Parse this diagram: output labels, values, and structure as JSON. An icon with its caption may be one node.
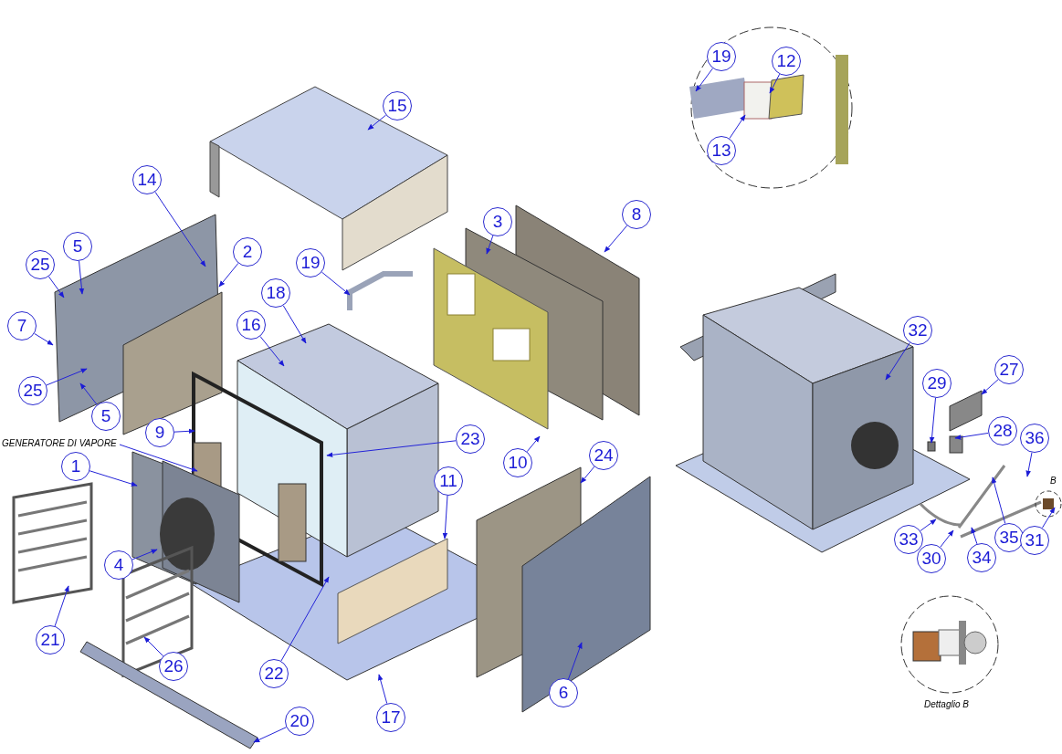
{
  "diagram": {
    "nodes": [
      {
        "text": [
          "19"
        ]
      },
      {
        "text": [
          "12"
        ]
      },
      {
        "text": [
          "13"
        ]
      },
      {
        "text": [
          "15"
        ]
      },
      {
        "text": [
          "14"
        ]
      },
      {
        "text": [
          "8"
        ]
      },
      {
        "text": [
          "3"
        ]
      },
      {
        "text": [
          "5"
        ]
      },
      {
        "text": [
          "2"
        ]
      },
      {
        "text": [
          "25"
        ]
      },
      {
        "text": [
          "19"
        ]
      },
      {
        "text": [
          "18"
        ]
      },
      {
        "text": [
          "16"
        ]
      },
      {
        "text": [
          "7"
        ]
      },
      {
        "text": [
          "32"
        ]
      },
      {
        "text": [
          "25"
        ]
      },
      {
        "text": [
          "29"
        ]
      },
      {
        "text": [
          "27"
        ]
      },
      {
        "text": [
          "5"
        ]
      },
      {
        "text": [
          "9"
        ]
      },
      {
        "text": [
          "28"
        ]
      },
      {
        "text": [
          "36"
        ]
      },
      {
        "text": [
          "23"
        ]
      },
      {
        "text": [
          "GENERATORE DI VAPORE"
        ]
      },
      {
        "text": [
          "10"
        ]
      },
      {
        "text": [
          "1"
        ]
      },
      {
        "text": [
          "24"
        ]
      },
      {
        "text": [
          "11"
        ]
      },
      {
        "text": [
          "33"
        ]
      },
      {
        "text": [
          "35"
        ]
      },
      {
        "text": [
          "31"
        ]
      },
      {
        "text": [
          "4"
        ]
      },
      {
        "text": [
          "30"
        ]
      },
      {
        "text": [
          "34"
        ]
      },
      {
        "text": [
          "21"
        ]
      },
      {
        "text": [
          "26"
        ]
      },
      {
        "text": [
          "22"
        ]
      },
      {
        "text": [
          "6"
        ]
      },
      {
        "text": [
          "17"
        ]
      },
      {
        "text": [
          "20"
        ]
      }
    ],
    "edges": [
      {
        "from": 0,
        "to": null,
        "arrow": "to"
      },
      {
        "from": 1,
        "to": null,
        "arrow": "to"
      },
      {
        "from": 2,
        "to": null,
        "arrow": "to"
      },
      {
        "from": 3,
        "to": null,
        "arrow": "to"
      },
      {
        "from": 4,
        "to": null,
        "arrow": "to"
      },
      {
        "from": 5,
        "to": null,
        "arrow": "to"
      },
      {
        "from": 6,
        "to": null,
        "arrow": "to"
      },
      {
        "from": 7,
        "to": null,
        "arrow": "to"
      },
      {
        "from": 8,
        "to": null,
        "arrow": "to"
      },
      {
        "from": 9,
        "to": null,
        "arrow": "to"
      },
      {
        "from": 10,
        "to": null,
        "arrow": "to"
      },
      {
        "from": 11,
        "to": null,
        "arrow": "to"
      },
      {
        "from": 12,
        "to": null,
        "arrow": "to"
      },
      {
        "from": 13,
        "to": null,
        "arrow": "to"
      },
      {
        "from": 14,
        "to": null,
        "arrow": "to"
      },
      {
        "from": 15,
        "to": null,
        "arrow": "to"
      },
      {
        "from": 16,
        "to": null,
        "arrow": "to"
      },
      {
        "from": 17,
        "to": null,
        "arrow": "to"
      },
      {
        "from": 18,
        "to": null,
        "arrow": "to"
      },
      {
        "from": 19,
        "to": null,
        "arrow": "to"
      },
      {
        "from": 20,
        "to": null,
        "arrow": "to"
      },
      {
        "from": 21,
        "to": null,
        "arrow": "to"
      },
      {
        "from": 22,
        "to": null,
        "arrow": "to"
      },
      {
        "from": 23,
        "to": null,
        "arrow": "to"
      },
      {
        "from": 24,
        "to": null,
        "arrow": "to"
      },
      {
        "from": 25,
        "to": null,
        "arrow": "to"
      },
      {
        "from": 26,
        "to": null,
        "arrow": "to"
      },
      {
        "from": 27,
        "to": null,
        "arrow": "to"
      },
      {
        "from": 28,
        "to": null,
        "arrow": "to"
      },
      {
        "from": 29,
        "to": null,
        "arrow": "to"
      },
      {
        "from": 30,
        "to": null,
        "arrow": "to"
      },
      {
        "from": 31,
        "to": null,
        "arrow": "to"
      },
      {
        "from": 32,
        "to": null,
        "arrow": "to"
      },
      {
        "from": 33,
        "to": null,
        "arrow": "to"
      },
      {
        "from": 34,
        "to": null,
        "arrow": "to"
      },
      {
        "from": 35,
        "to": null,
        "arrow": "to"
      },
      {
        "from": 36,
        "to": null,
        "arrow": "to"
      },
      {
        "from": 37,
        "to": null,
        "arrow": "to"
      },
      {
        "from": 38,
        "to": null,
        "arrow": "to"
      },
      {
        "from": 39,
        "to": null,
        "arrow": "to"
      }
    ],
    "labels": [
      "B",
      "Dettaglio B"
    ]
  }
}
